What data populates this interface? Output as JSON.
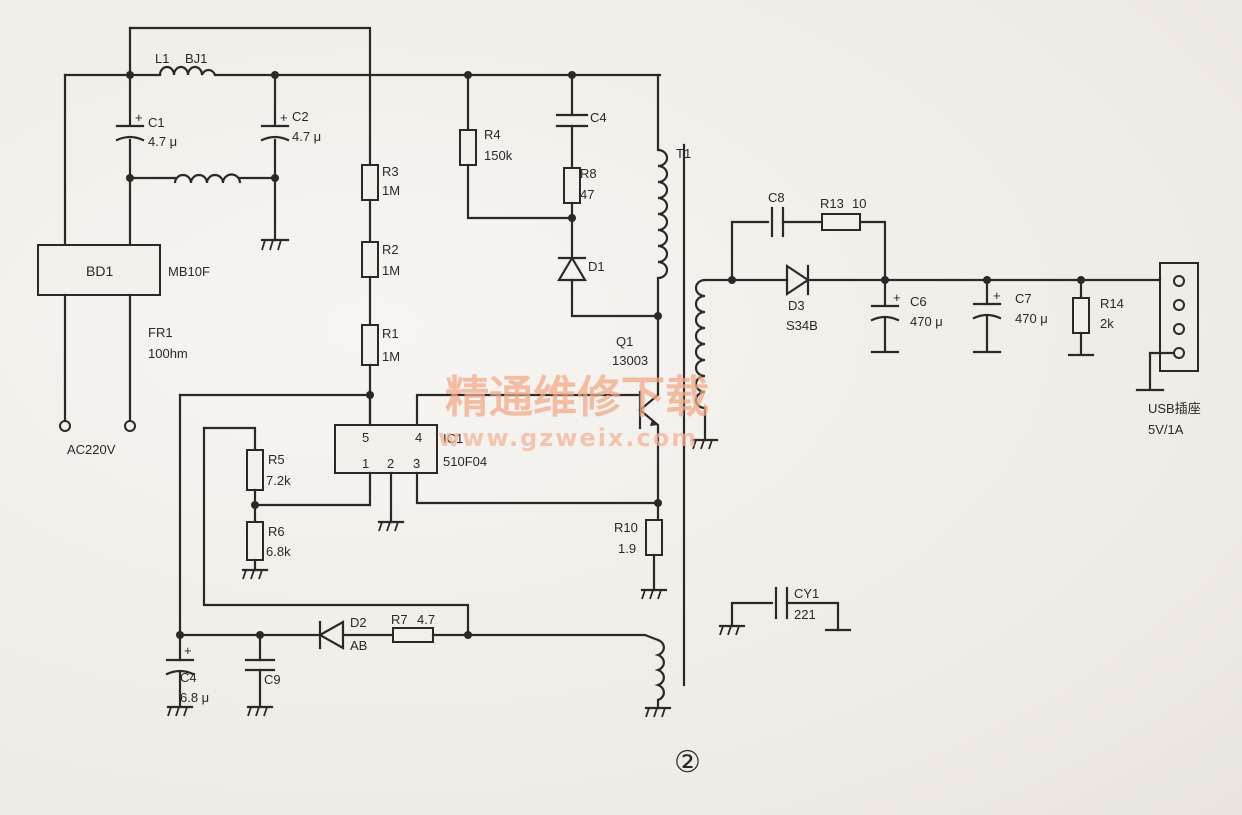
{
  "labels": {
    "L1": "L1",
    "BJ1": "BJ1",
    "C1": "C1",
    "C1v": "4.7 μ",
    "C2": "C2",
    "C2v": "4.7 μ",
    "BD1": "BD1",
    "MB10F": "MB10F",
    "FR1": "FR1",
    "FR1v": "100hm",
    "AC": "AC220V",
    "R3": "R3",
    "R3v": "1M",
    "R2": "R2",
    "R2v": "1M",
    "R1": "R1",
    "R1v": "1M",
    "R4": "R4",
    "R4v": "150k",
    "C4top": "C4",
    "R8": "R8",
    "R8v": "47",
    "D1": "D1",
    "T1": "T1",
    "Q1": "Q1",
    "Q1v": "13003",
    "IC": "IC1",
    "ICv": "510F04",
    "pin5": "5",
    "pin4": "4",
    "pin1": "1",
    "pin2": "2",
    "pin3": "3",
    "R5": "R5",
    "R5v": "7.2k",
    "R6": "R6",
    "R6v": "6.8k",
    "R10": "R10",
    "R10v": "1.9",
    "D2": "D2",
    "D2v": "AB",
    "R7": "R7",
    "R7v": "4.7",
    "C4b": "C4",
    "C4bv": "6.8 μ",
    "C9": "C9",
    "C8": "C8",
    "R13": "R13",
    "R13v": "10",
    "D3": "D3",
    "D3v": "S34B",
    "C6": "C6",
    "C6v": "470 μ",
    "C7": "C7",
    "C7v": "470 μ",
    "R14": "R14",
    "R14v": "2k",
    "USB": "USB插座",
    "USBv": "5V/1A",
    "CY1": "CY1",
    "CY1v": "221",
    "plus": "+"
  },
  "watermark": {
    "cn": "精通维修下载",
    "url": "www.gzweix.com",
    "color": "#f2a98a"
  },
  "figure_number": "②"
}
